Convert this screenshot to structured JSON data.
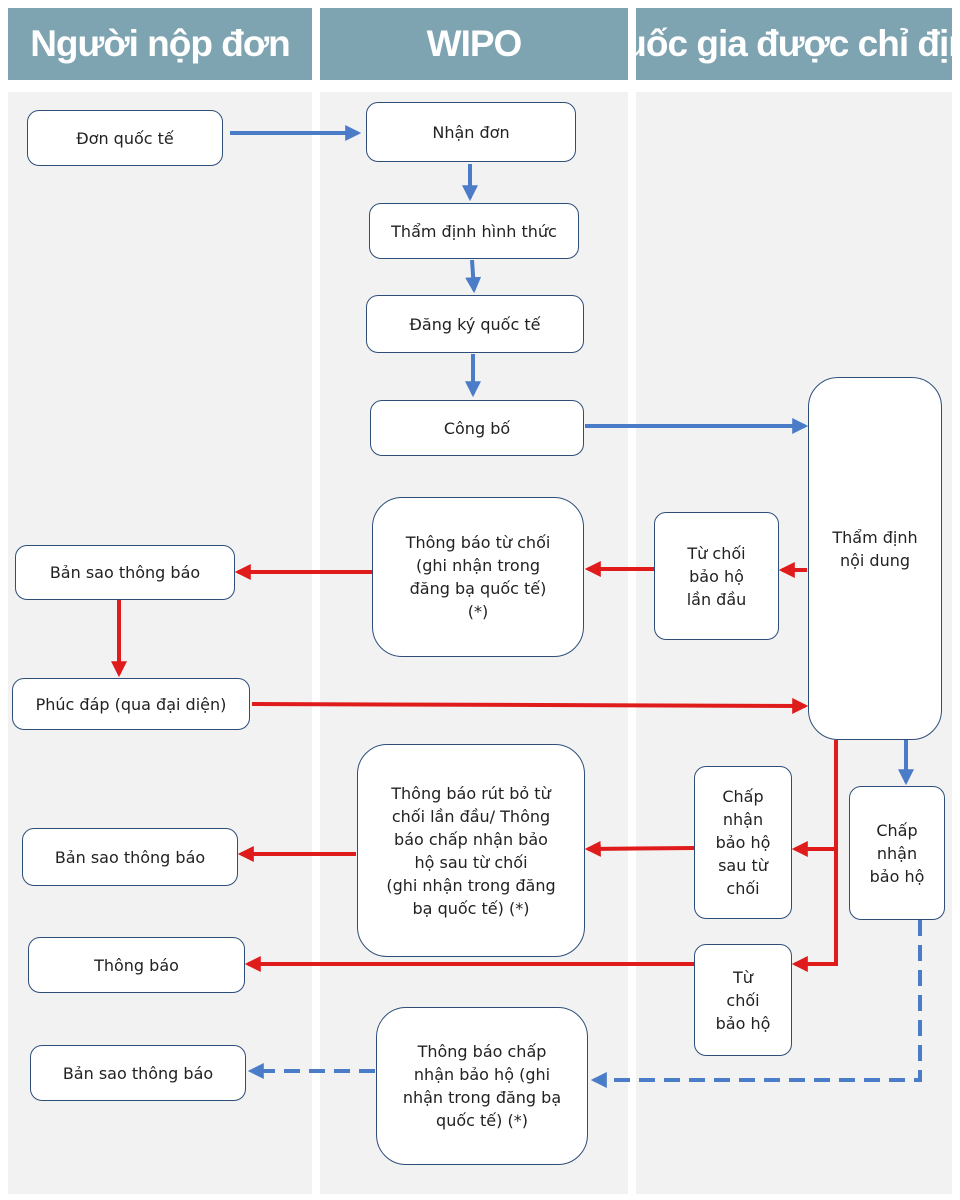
{
  "headers": {
    "applicant": "Người nộp đơn",
    "wipo": "WIPO",
    "designated": "Quốc gia được chỉ định"
  },
  "nodes": {
    "don_quoc_te": "Đơn quốc tế",
    "nhan_don": "Nhận đơn",
    "tham_dinh_hinh_thuc": "Thẩm định hình thức",
    "dang_ky_quoc_te": "Đăng ký quốc tế",
    "cong_bo": "Công bố",
    "tham_dinh_noi_dung": "Thẩm định\nnội dung",
    "thong_bao_tu_choi": "Thông báo từ chối\n(ghi nhận trong\nđăng bạ quốc tế)\n(*)",
    "tu_choi_lan_dau": "Từ chối\nbảo hộ\nlần đầu",
    "ban_sao_1": "Bản sao thông báo",
    "phuc_dap": "Phúc đáp (qua đại diện)",
    "thong_bao_rut_bo": "Thông báo rút bỏ từ\nchối lần đầu/ Thông\nbáo chấp nhận bảo\nhộ sau từ chối\n(ghi nhận trong đăng\nbạ quốc tế) (*)",
    "chap_nhan_sau_tu_choi": "Chấp\nnhận\nbảo hộ\nsau từ\nchối",
    "chap_nhan_bao_ho": "Chấp\nnhận\nbảo hộ",
    "ban_sao_2": "Bản sao thông báo",
    "thong_bao": "Thông báo",
    "tu_choi_bao_ho": "Từ\nchối\nbảo hộ",
    "ban_sao_3": "Bản sao thông báo",
    "thong_bao_chap_nhan": "Thông báo chấp\nnhận bảo hộ (ghi\nnhận trong đăng bạ\nquốc tế) (*)"
  },
  "colors": {
    "header_bg": "#7ea3b1",
    "lane_bg": "#f2f2f2",
    "box_border": "#2e4e7a",
    "blue_arrow": "#4a7cc8",
    "red_arrow": "#e01b1b"
  }
}
